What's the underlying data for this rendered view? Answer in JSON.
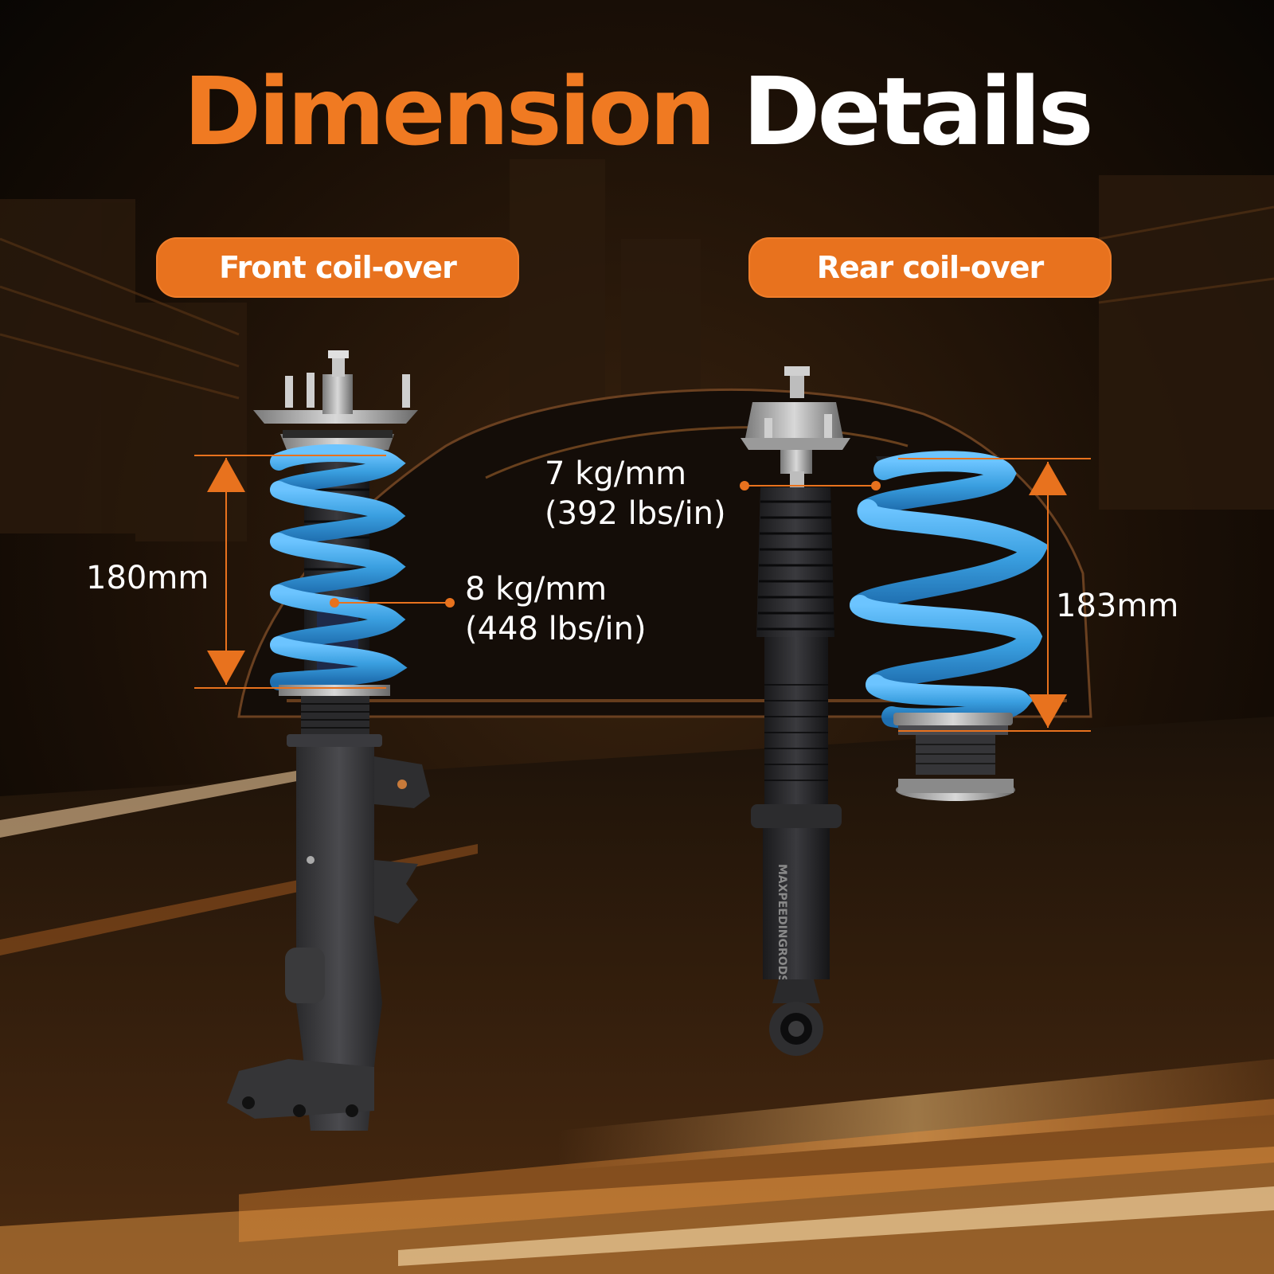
{
  "title": {
    "word1": "Dimension",
    "word2": "Details"
  },
  "front": {
    "label": "Front coil-over",
    "height": "180mm",
    "rate_kg": "8 kg/mm",
    "rate_lbs": "(448 lbs/in)"
  },
  "rear": {
    "label": "Rear coil-over",
    "height": "183mm",
    "rate_kg": "7 kg/mm",
    "rate_lbs": "(392 lbs/in)"
  },
  "brand_text": "MAXPEEDINGRODS",
  "colors": {
    "accent_orange": "#e8721e",
    "title_orange": "#f07a22",
    "spring_blue": "#3a9fe0",
    "shock_black": "#1c1c1e",
    "background": "#0b0805"
  }
}
